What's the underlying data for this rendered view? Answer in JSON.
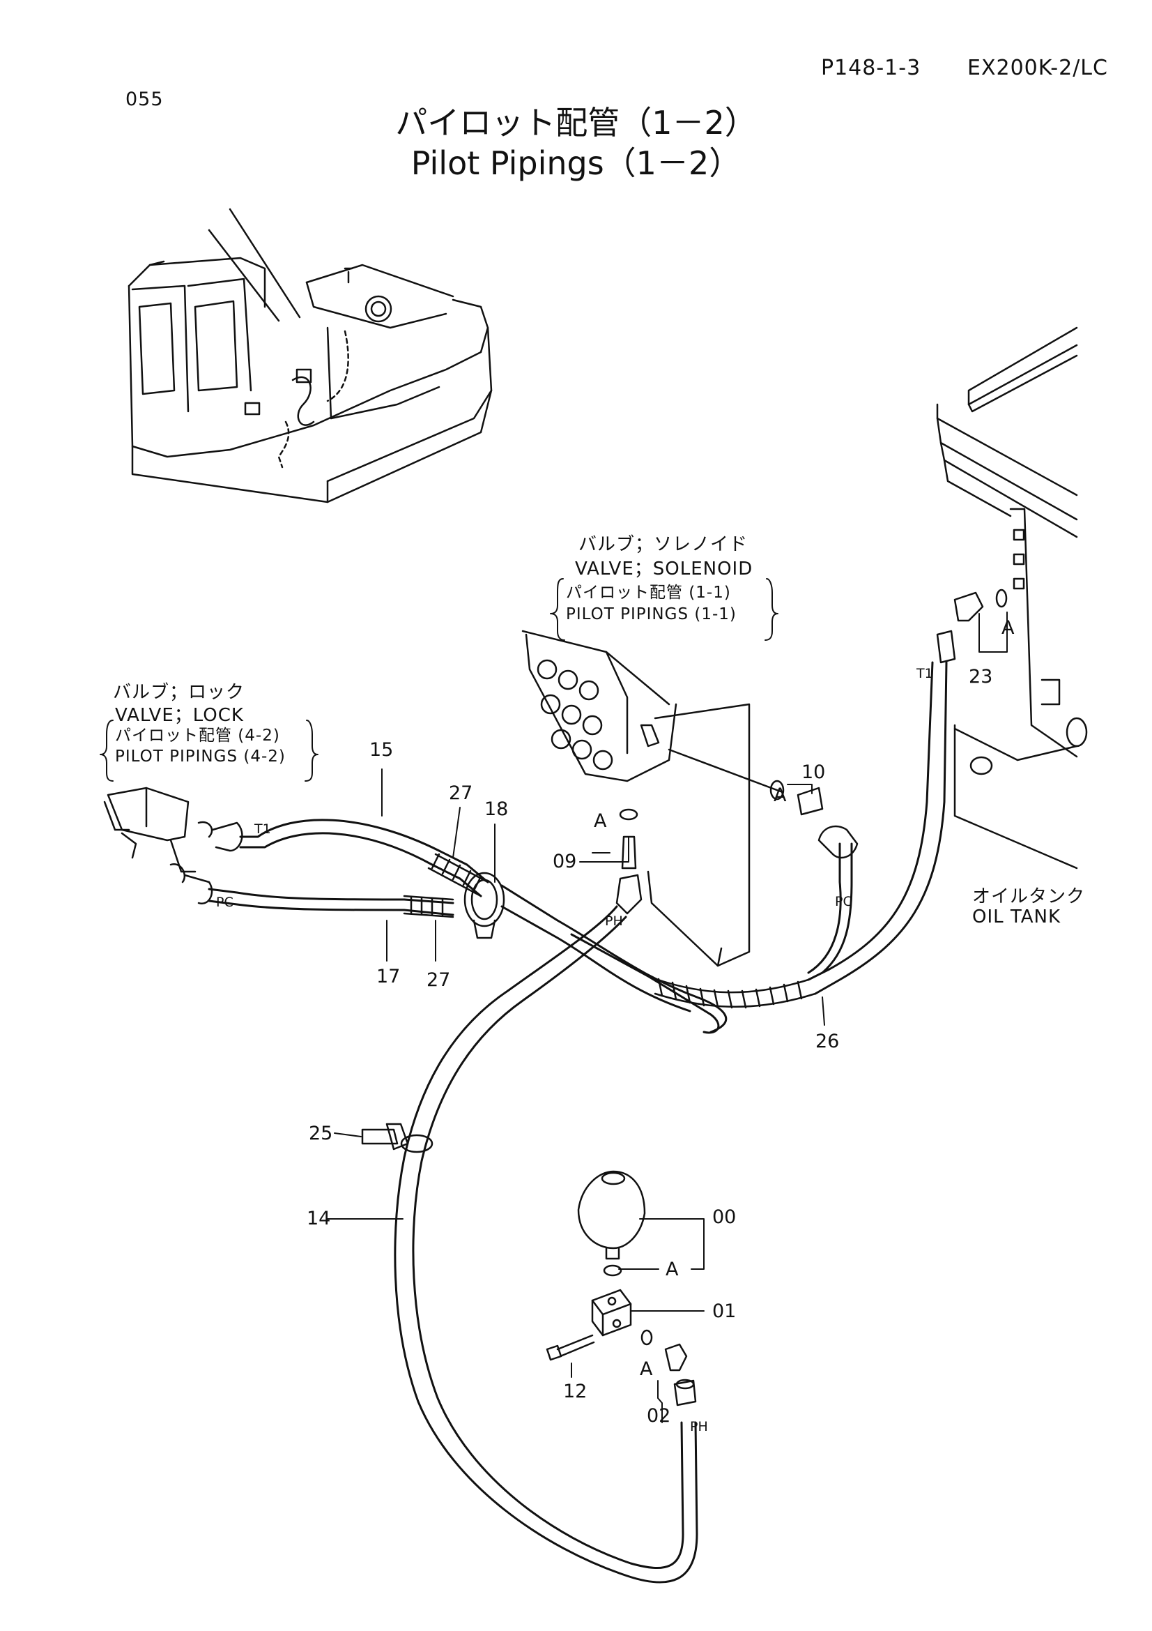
{
  "header": {
    "page_code": "P148-1-3",
    "model": "EX200K-2/LC",
    "page_number": "055"
  },
  "title": {
    "japanese": "パイロット配管（1－2）",
    "english": "Pilot Pipings（1－2）"
  },
  "callouts": {
    "solenoid": {
      "jp": "バルブ；ソレノイド",
      "en": "VALVE；SOLENOID",
      "ref_jp": "パイロット配管 (1-1)",
      "ref_en": "PILOT  PIPINGS (1-1)"
    },
    "lock": {
      "jp": "バルブ；ロック",
      "en": "VALVE；LOCK",
      "ref_jp": "パイロット配管 (4-2)",
      "ref_en": "PILOT  PIPINGS (4-2)"
    },
    "tank": {
      "jp": "オイルタンク",
      "en": "OIL  TANK"
    }
  },
  "part_numbers": [
    "15",
    "27",
    "18",
    "09",
    "17",
    "27",
    "10",
    "23",
    "26",
    "25",
    "14",
    "00",
    "01",
    "12",
    "02"
  ],
  "port_labels": [
    "T1",
    "PC",
    "PH",
    "PC",
    "T1",
    "PH"
  ],
  "detail_marks": [
    "A",
    "A",
    "A",
    "A",
    "A"
  ]
}
